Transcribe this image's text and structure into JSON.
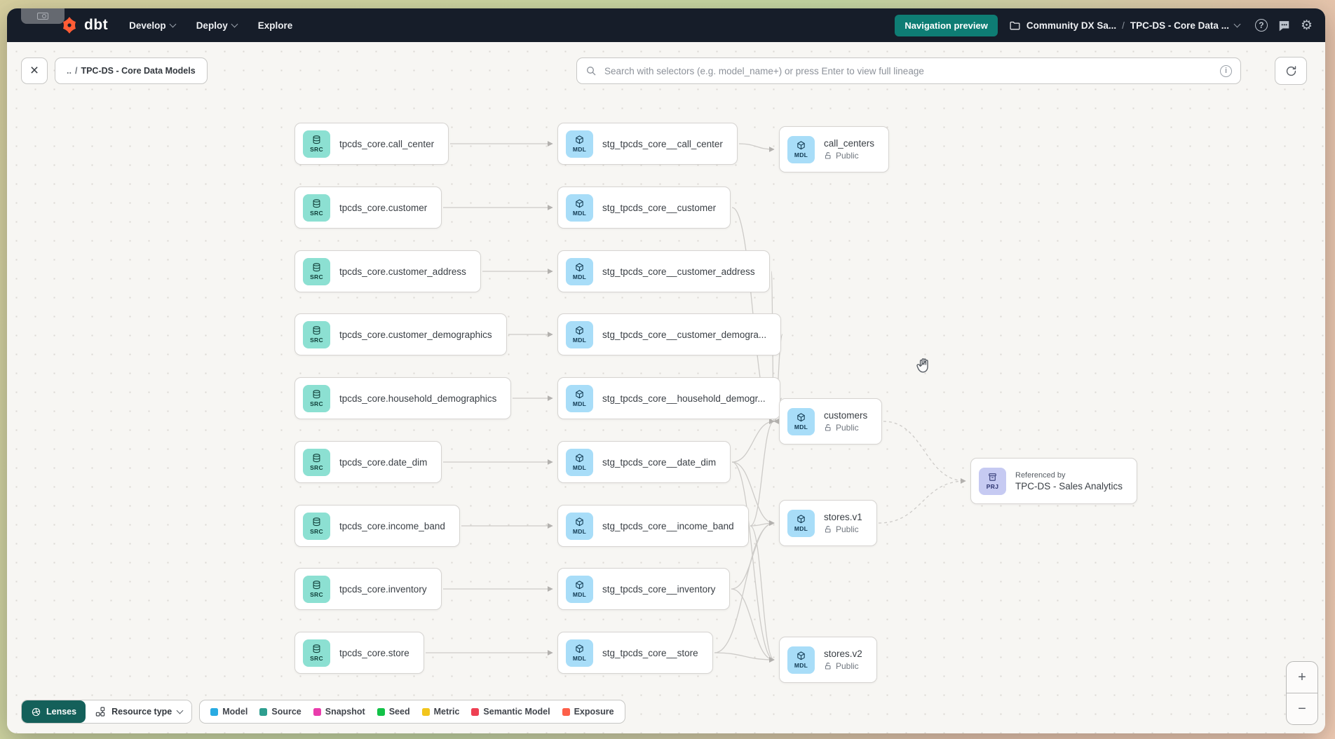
{
  "navbar": {
    "logo_text": "dbt",
    "menu_develop": "Develop",
    "menu_deploy": "Deploy",
    "menu_explore": "Explore",
    "nav_preview_button": "Navigation preview",
    "breadcrumb_project": "Community DX Sa...",
    "breadcrumb_sep": "/",
    "breadcrumb_page": "TPC-DS - Core Data ...",
    "help_label": "?"
  },
  "toolbar": {
    "close_label": "×",
    "chip_back": "..",
    "chip_sep": "/",
    "chip_name": "TPC-DS - Core Data Models",
    "search_placeholder": "Search with selectors (e.g. model_name+) or press Enter to view full lineage",
    "info_label": "i"
  },
  "graph": {
    "badges": {
      "source": "SRC",
      "model": "MDL",
      "project": "PRJ"
    },
    "sources": [
      {
        "label": "tpcds_core.call_center"
      },
      {
        "label": "tpcds_core.customer"
      },
      {
        "label": "tpcds_core.customer_address"
      },
      {
        "label": "tpcds_core.customer_demographics"
      },
      {
        "label": "tpcds_core.household_demographics"
      },
      {
        "label": "tpcds_core.date_dim"
      },
      {
        "label": "tpcds_core.income_band"
      },
      {
        "label": "tpcds_core.inventory"
      },
      {
        "label": "tpcds_core.store"
      }
    ],
    "staging": [
      {
        "label": "stg_tpcds_core__call_center"
      },
      {
        "label": "stg_tpcds_core__customer"
      },
      {
        "label": "stg_tpcds_core__customer_address"
      },
      {
        "label": "stg_tpcds_core__customer_demogra..."
      },
      {
        "label": "stg_tpcds_core__household_demogr..."
      },
      {
        "label": "stg_tpcds_core__date_dim"
      },
      {
        "label": "stg_tpcds_core__income_band"
      },
      {
        "label": "stg_tpcds_core__inventory"
      },
      {
        "label": "stg_tpcds_core__store"
      }
    ],
    "public_models": [
      {
        "name": "call_centers",
        "access": "Public"
      },
      {
        "name": "customers",
        "access": "Public"
      },
      {
        "name": "stores.v1",
        "access": "Public"
      },
      {
        "name": "stores.v2",
        "access": "Public"
      }
    ],
    "referenced": {
      "title": "Referenced by",
      "name": "TPC-DS - Sales Analytics"
    }
  },
  "footer": {
    "lenses_label": "Lenses",
    "resource_type_label": "Resource type",
    "legend": [
      {
        "label": "Model",
        "color": "#29abe2"
      },
      {
        "label": "Source",
        "color": "#2e9e8f"
      },
      {
        "label": "Snapshot",
        "color": "#e93cac"
      },
      {
        "label": "Seed",
        "color": "#12c248"
      },
      {
        "label": "Metric",
        "color": "#f2c51d"
      },
      {
        "label": "Semantic Model",
        "color": "#ee4053"
      },
      {
        "label": "Exposure",
        "color": "#fd604a"
      }
    ]
  },
  "zoom_controls": {
    "zoom_in": "+",
    "zoom_out": "−"
  }
}
